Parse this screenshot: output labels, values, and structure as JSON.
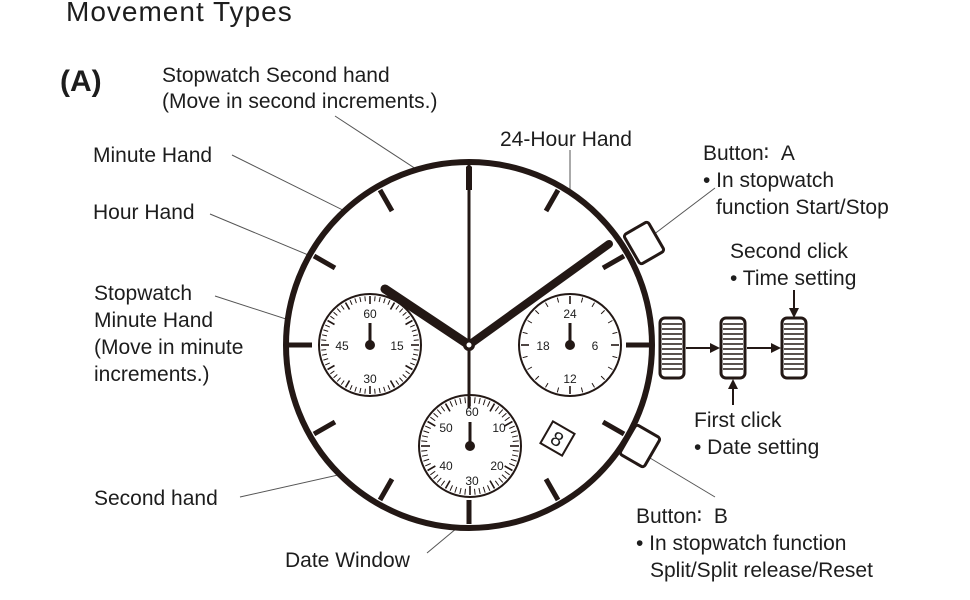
{
  "title": "Movement  Types",
  "section": "(A)",
  "labels": {
    "stopwatch_second_hand": [
      "Stopwatch Second hand",
      "(Move in second increments.)"
    ],
    "minute_hand": "Minute Hand",
    "hour_hand": "Hour Hand",
    "stopwatch_minute_hand": [
      "Stopwatch",
      "Minute Hand",
      "(Move in minute",
      "increments.)"
    ],
    "second_hand": "Second hand",
    "date_window": "Date Window",
    "hour24_hand": "24-Hour Hand",
    "button_a": [
      "Button∶  A",
      "• In stopwatch",
      "function Start/Stop"
    ],
    "second_click": [
      "Second click",
      "• Time setting"
    ],
    "first_click": [
      "First click",
      "• Date setting"
    ],
    "button_b": [
      "Button∶  B",
      "• In stopwatch function",
      "Split/Split release/Reset"
    ]
  },
  "subdials": {
    "left": [
      "60",
      "15",
      "30",
      "45"
    ],
    "right": [
      "24",
      "6",
      "12",
      "18"
    ],
    "bottom": [
      "60",
      "10",
      "20",
      "30",
      "40",
      "50"
    ]
  },
  "date_digit": "8",
  "colors": {
    "ink": "#231815",
    "text": "#1d1d1d",
    "leader": "#555555"
  }
}
